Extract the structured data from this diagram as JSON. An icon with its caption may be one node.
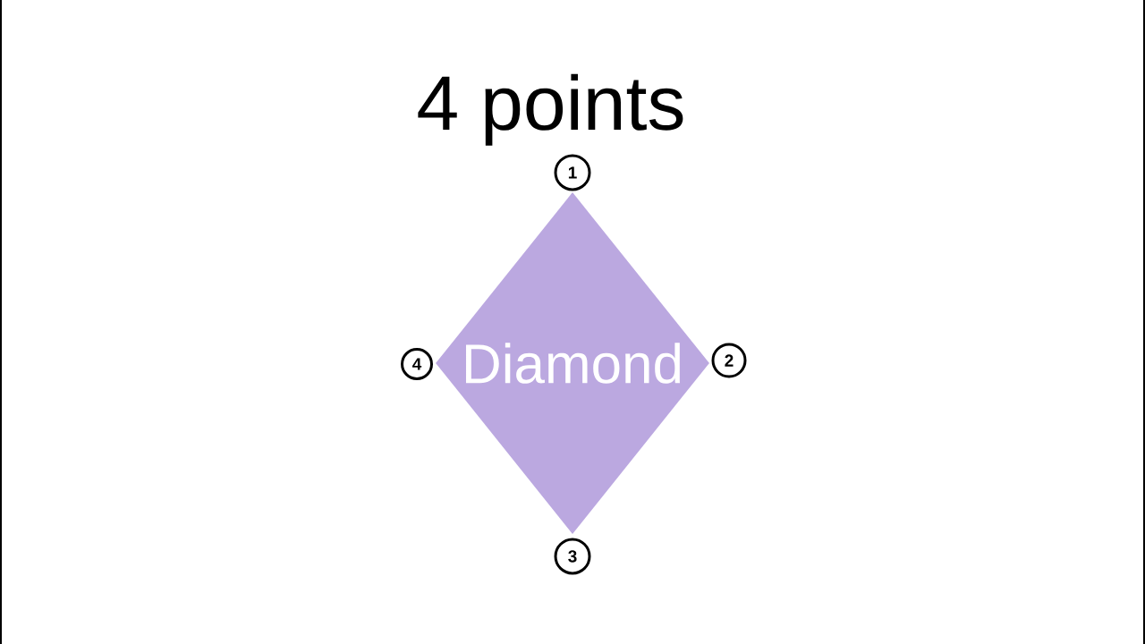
{
  "diagram": {
    "title": "4 points",
    "nodes": [
      {
        "text": [
          "1"
        ]
      },
      {
        "text": [
          "4"
        ]
      },
      {
        "text": [
          "Diamond"
        ]
      },
      {
        "text": [
          "2"
        ]
      },
      {
        "text": [
          "3"
        ]
      }
    ]
  }
}
